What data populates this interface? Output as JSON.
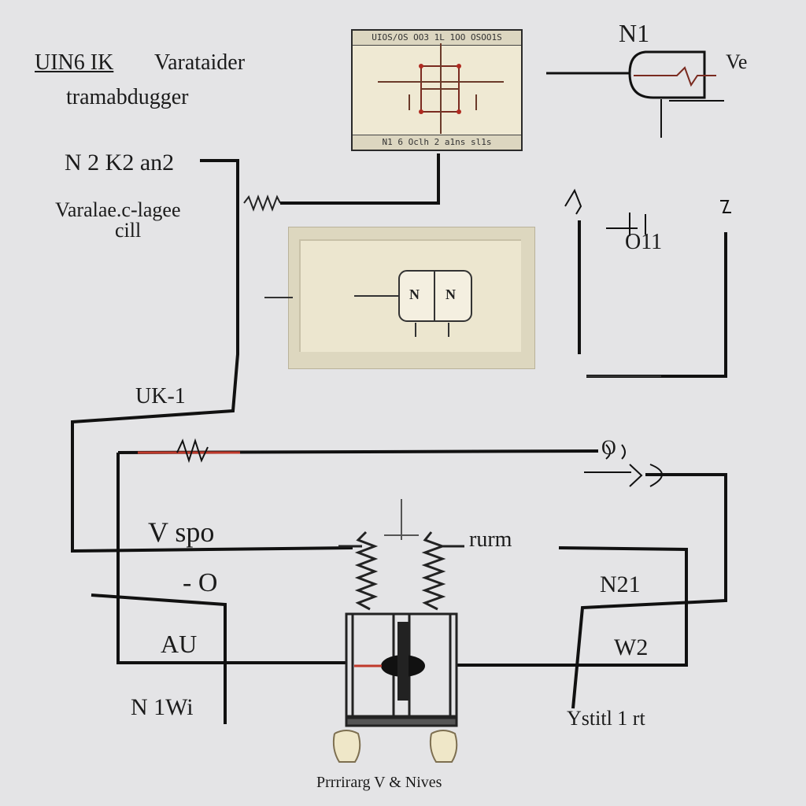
{
  "title": {
    "line1_left": "UIN6 IK",
    "line1_right": "Varataider",
    "line2": "tramabdugger"
  },
  "labels": {
    "n2_k2": "N 2 K2 an2",
    "variable_voltage": "Varalae.c-lagee",
    "coil": "cill",
    "n1_top": "N1",
    "o11": "O11",
    "uk1": "UK-1",
    "vspo": "V spo",
    "minus_o": "- O",
    "au": "AU",
    "n1wi": "N 1Wi",
    "rurm": "rurm",
    "n21": "N21",
    "w2": "W2",
    "stitl": "Ystitl 1 rt",
    "o_right": "O",
    "primary": "Prrrirarg V & Nives",
    "ve": "Ve"
  },
  "top_panel": {
    "header": "UIOS/OS OO3 1L 1OO OSOO1S",
    "footer": "N1 6 Oclh 2 a1ns sl1s"
  },
  "mid_panel": {
    "coil_left": "N",
    "coil_right": "N"
  }
}
